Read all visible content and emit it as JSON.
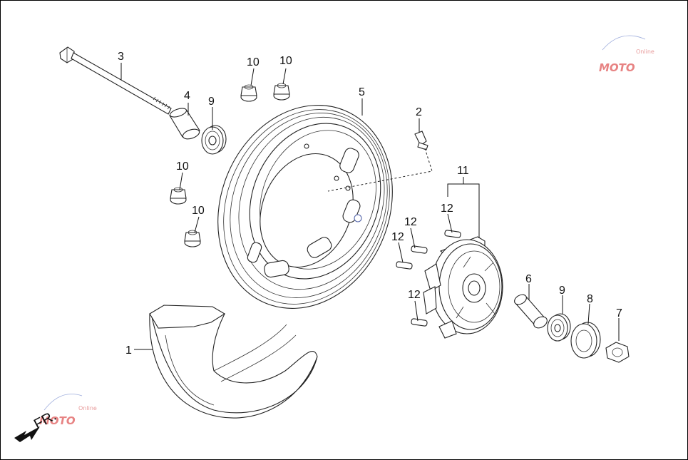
{
  "callouts": {
    "c1": "1",
    "c2": "2",
    "c3": "3",
    "c4": "4",
    "c5": "5",
    "c6": "6",
    "c7": "7",
    "c8": "8",
    "c9a": "9",
    "c9b": "9",
    "c10a": "10",
    "c10b": "10",
    "c10c": "10",
    "c10d": "10",
    "c11": "11",
    "c12a": "12",
    "c12b": "12",
    "c12c": "12",
    "c12d": "12"
  },
  "direction_label": "FR.",
  "watermark": {
    "text": "MOTO",
    "subtext": "Online"
  }
}
